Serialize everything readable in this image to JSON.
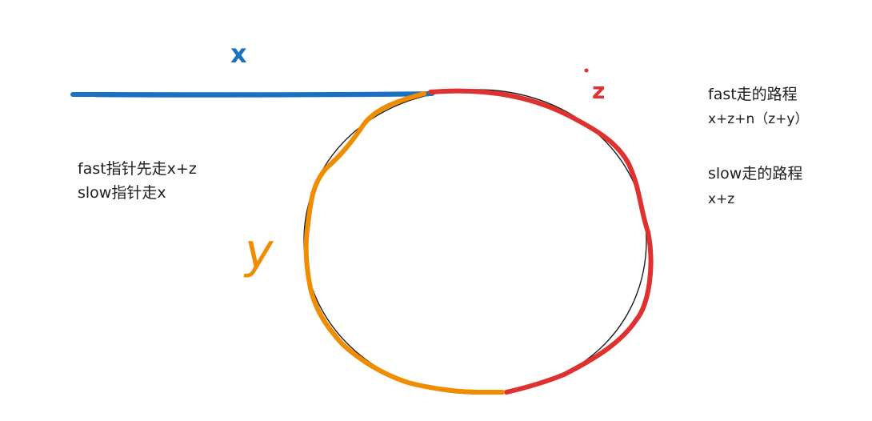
{
  "colors": {
    "x_segment": "#1971c2",
    "z_segment": "#e03131",
    "y_segment": "#f08c00",
    "circle_outline": "#1e1e1e",
    "text": "#1e1e1e"
  },
  "labels": {
    "x": "x",
    "z": "z",
    "y": "y"
  },
  "notes": {
    "left_line1": "fast指针先走x+z",
    "left_line2": "slow指针走x",
    "fast_title": "fast走的路程",
    "fast_formula": "x+z+n（z+y）",
    "slow_title": "slow走的路程",
    "slow_formula": "x+z"
  }
}
